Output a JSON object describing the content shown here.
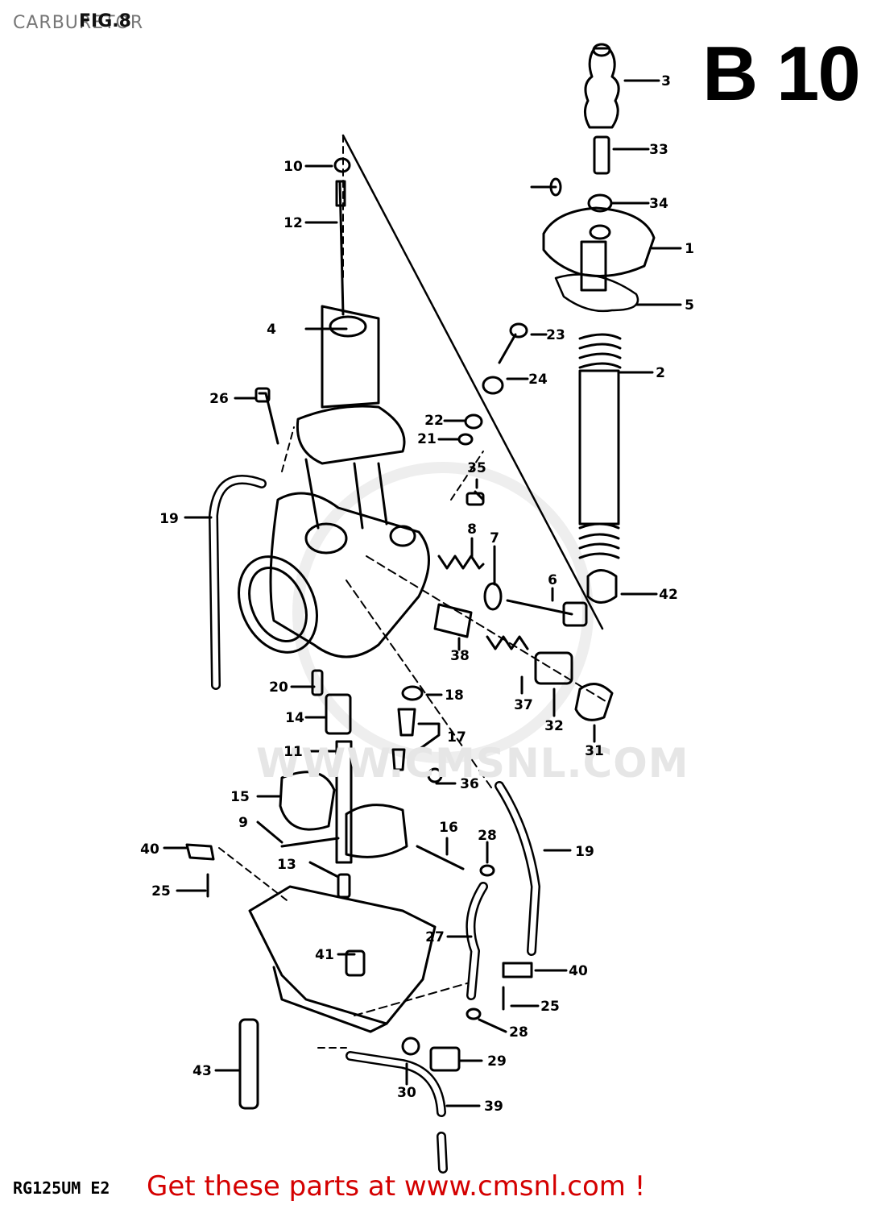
{
  "header": {
    "title": "CARBURETOR",
    "figure": "FIG.8",
    "page_code": "B 10"
  },
  "watermark": "WWW.CMSNL.COM",
  "footer": {
    "model": "RG125UM E2",
    "cta": "Get these parts at www.cmsnl.com !"
  },
  "callouts": [
    "1",
    "2",
    "3",
    "4",
    "5",
    "6",
    "7",
    "8",
    "9",
    "10",
    "11",
    "12",
    "13",
    "14",
    "15",
    "16",
    "17",
    "18",
    "19",
    "20",
    "21",
    "22",
    "23",
    "24",
    "25",
    "26",
    "27",
    "28",
    "29",
    "30",
    "31",
    "32",
    "33",
    "34",
    "35",
    "36",
    "37",
    "38",
    "39",
    "40",
    "41",
    "42",
    "43"
  ]
}
